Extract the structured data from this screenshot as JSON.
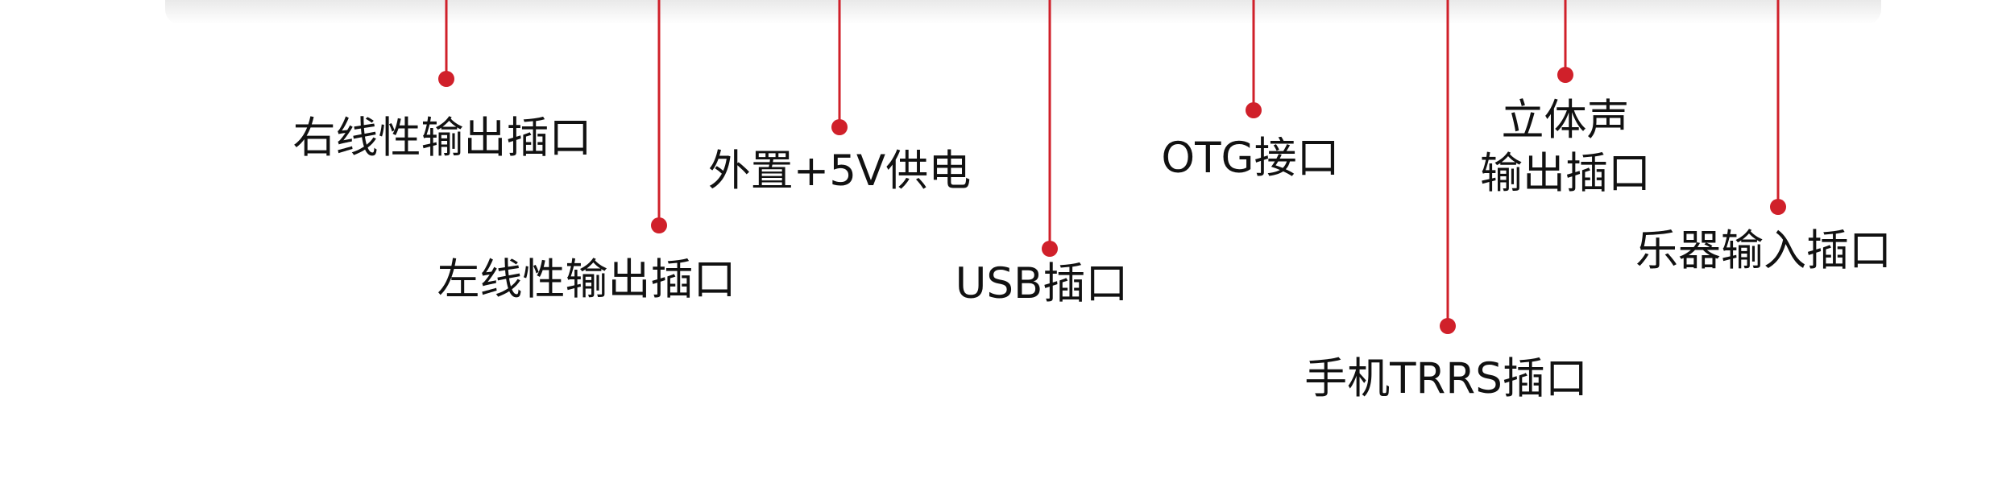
{
  "diagram": {
    "accent_color": "#d0202a",
    "callouts": [
      {
        "id": "right-line-out",
        "lines": [
          "右线性输出插口"
        ]
      },
      {
        "id": "left-line-out",
        "lines": [
          "左线性输出插口"
        ]
      },
      {
        "id": "external-5v",
        "lines": [
          "外置+5V供电"
        ]
      },
      {
        "id": "usb",
        "lines": [
          "USB插口"
        ]
      },
      {
        "id": "otg",
        "lines": [
          "OTG接口"
        ]
      },
      {
        "id": "phone-trrs",
        "lines": [
          "手机TRRS插口"
        ]
      },
      {
        "id": "stereo-out",
        "lines": [
          "立体声",
          "输出插口"
        ]
      },
      {
        "id": "instrument-in",
        "lines": [
          "乐器输入插口"
        ]
      }
    ]
  }
}
